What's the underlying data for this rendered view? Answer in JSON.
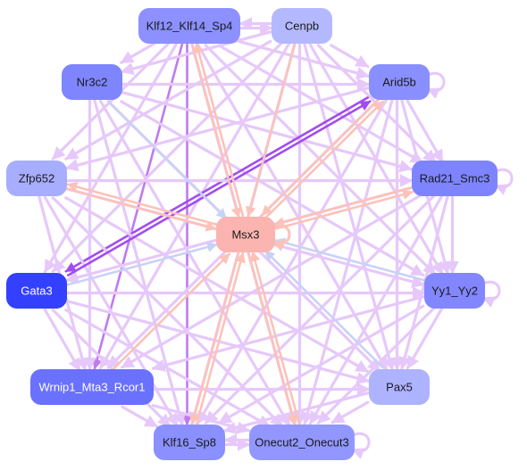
{
  "colors": {
    "edge_pink": "#e6c8fa",
    "edge_peach": "#fcc2b8",
    "edge_blue": "#c8d2f6",
    "edge_purple": "#c07af0",
    "edge_violet": "#a14cf0",
    "center_fill": "#fbb4b0"
  },
  "nodes": [
    {
      "id": "klf12",
      "label": "Klf12_Klf14_Sp4",
      "fill": "#8c91ff",
      "text_light": false
    },
    {
      "id": "cenpb",
      "label": "Cenpb",
      "fill": "#b4b9ff",
      "text_light": false
    },
    {
      "id": "nr3c2",
      "label": "Nr3c2",
      "fill": "#7e85ff",
      "text_light": false
    },
    {
      "id": "arid5b",
      "label": "Arid5b",
      "fill": "#8a8fff",
      "text_light": false
    },
    {
      "id": "zfp652",
      "label": "Zfp652",
      "fill": "#a7adff",
      "text_light": false
    },
    {
      "id": "rad21",
      "label": "Rad21_Smc3",
      "fill": "#7e84ff",
      "text_light": false
    },
    {
      "id": "msx3",
      "label": "Msx3",
      "fill": "#fbb4b0",
      "text_light": false
    },
    {
      "id": "gata3",
      "label": "Gata3",
      "fill": "#3340ff",
      "text_light": true
    },
    {
      "id": "yy1",
      "label": "Yy1_Yy2",
      "fill": "#8287ff",
      "text_light": false
    },
    {
      "id": "wrnip1",
      "label": "Wrnip1_Mta3_Rcor1",
      "fill": "#6a71ff",
      "text_light": true
    },
    {
      "id": "pax5",
      "label": "Pax5",
      "fill": "#aeb3ff",
      "text_light": false
    },
    {
      "id": "klf16",
      "label": "Klf16_Sp8",
      "fill": "#8a90ff",
      "text_light": false
    },
    {
      "id": "onecut",
      "label": "Onecut2_Onecut3",
      "fill": "#9297ff",
      "text_light": false
    }
  ],
  "edges": [
    [
      "klf12",
      "cenpb",
      "pink"
    ],
    [
      "cenpb",
      "klf12",
      "pink"
    ],
    [
      "klf12",
      "nr3c2",
      "pink"
    ],
    [
      "klf12",
      "arid5b",
      "pink"
    ],
    [
      "klf12",
      "zfp652",
      "pink"
    ],
    [
      "klf12",
      "rad21",
      "pink"
    ],
    [
      "klf12",
      "yy1",
      "pink"
    ],
    [
      "klf12",
      "wrnip1",
      "purple"
    ],
    [
      "klf12",
      "klf16",
      "purple"
    ],
    [
      "klf12",
      "onecut",
      "pink"
    ],
    [
      "klf12",
      "pax5",
      "pink"
    ],
    [
      "klf12",
      "gata3",
      "pink"
    ],
    [
      "cenpb",
      "nr3c2",
      "pink"
    ],
    [
      "cenpb",
      "arid5b",
      "pink"
    ],
    [
      "cenpb",
      "rad21",
      "pink"
    ],
    [
      "cenpb",
      "yy1",
      "pink"
    ],
    [
      "cenpb",
      "pax5",
      "pink"
    ],
    [
      "cenpb",
      "onecut",
      "pink"
    ],
    [
      "cenpb",
      "klf16",
      "pink"
    ],
    [
      "cenpb",
      "wrnip1",
      "pink"
    ],
    [
      "cenpb",
      "zfp652",
      "pink"
    ],
    [
      "cenpb",
      "gata3",
      "pink"
    ],
    [
      "nr3c2",
      "arid5b",
      "pink"
    ],
    [
      "nr3c2",
      "rad21",
      "pink"
    ],
    [
      "nr3c2",
      "yy1",
      "pink"
    ],
    [
      "nr3c2",
      "pax5",
      "pink"
    ],
    [
      "nr3c2",
      "klf16",
      "pink"
    ],
    [
      "nr3c2",
      "onecut",
      "pink"
    ],
    [
      "nr3c2",
      "wrnip1",
      "pink"
    ],
    [
      "arid5b",
      "zfp652",
      "pink"
    ],
    [
      "arid5b",
      "rad21",
      "pink"
    ],
    [
      "arid5b",
      "yy1",
      "pink"
    ],
    [
      "arid5b",
      "wrnip1",
      "pink"
    ],
    [
      "arid5b",
      "klf16",
      "pink"
    ],
    [
      "arid5b",
      "onecut",
      "pink"
    ],
    [
      "arid5b",
      "gata3",
      "violet"
    ],
    [
      "arid5b",
      "pax5",
      "pink"
    ],
    [
      "zfp652",
      "rad21",
      "pink"
    ],
    [
      "zfp652",
      "yy1",
      "pink"
    ],
    [
      "zfp652",
      "pax5",
      "pink"
    ],
    [
      "zfp652",
      "wrnip1",
      "pink"
    ],
    [
      "zfp652",
      "klf16",
      "pink"
    ],
    [
      "zfp652",
      "onecut",
      "pink"
    ],
    [
      "rad21",
      "gata3",
      "pink"
    ],
    [
      "rad21",
      "wrnip1",
      "pink"
    ],
    [
      "rad21",
      "klf16",
      "pink"
    ],
    [
      "rad21",
      "onecut",
      "pink"
    ],
    [
      "rad21",
      "pax5",
      "pink"
    ],
    [
      "rad21",
      "yy1",
      "pink"
    ],
    [
      "gata3",
      "yy1",
      "pink"
    ],
    [
      "gata3",
      "pax5",
      "pink"
    ],
    [
      "gata3",
      "wrnip1",
      "pink"
    ],
    [
      "gata3",
      "klf16",
      "pink"
    ],
    [
      "gata3",
      "onecut",
      "pink"
    ],
    [
      "gata3",
      "arid5b",
      "violet"
    ],
    [
      "yy1",
      "wrnip1",
      "pink"
    ],
    [
      "yy1",
      "klf16",
      "pink"
    ],
    [
      "yy1",
      "onecut",
      "pink"
    ],
    [
      "yy1",
      "pax5",
      "pink"
    ],
    [
      "wrnip1",
      "pax5",
      "pink"
    ],
    [
      "wrnip1",
      "klf16",
      "pink"
    ],
    [
      "wrnip1",
      "onecut",
      "pink"
    ],
    [
      "pax5",
      "klf16",
      "pink"
    ],
    [
      "pax5",
      "onecut",
      "pink"
    ],
    [
      "klf16",
      "onecut",
      "pink"
    ],
    [
      "onecut",
      "klf16",
      "pink"
    ],
    [
      "klf12",
      "msx3",
      "peach"
    ],
    [
      "cenpb",
      "msx3",
      "peach"
    ],
    [
      "nr3c2",
      "msx3",
      "blue"
    ],
    [
      "arid5b",
      "msx3",
      "peach"
    ],
    [
      "zfp652",
      "msx3",
      "peach"
    ],
    [
      "rad21",
      "msx3",
      "peach"
    ],
    [
      "gata3",
      "msx3",
      "blue"
    ],
    [
      "yy1",
      "msx3",
      "blue"
    ],
    [
      "pax5",
      "msx3",
      "blue"
    ],
    [
      "wrnip1",
      "msx3",
      "peach"
    ],
    [
      "klf16",
      "msx3",
      "peach"
    ],
    [
      "onecut",
      "msx3",
      "peach"
    ],
    [
      "msx3",
      "klf12",
      "peach"
    ],
    [
      "msx3",
      "arid5b",
      "peach"
    ],
    [
      "msx3",
      "rad21",
      "peach"
    ],
    [
      "msx3",
      "klf16",
      "peach"
    ],
    [
      "msx3",
      "onecut",
      "peach"
    ],
    [
      "msx3",
      "zfp652",
      "peach"
    ]
  ],
  "self_loops": [
    "arid5b",
    "rad21",
    "yy1",
    "onecut",
    "msx3"
  ]
}
